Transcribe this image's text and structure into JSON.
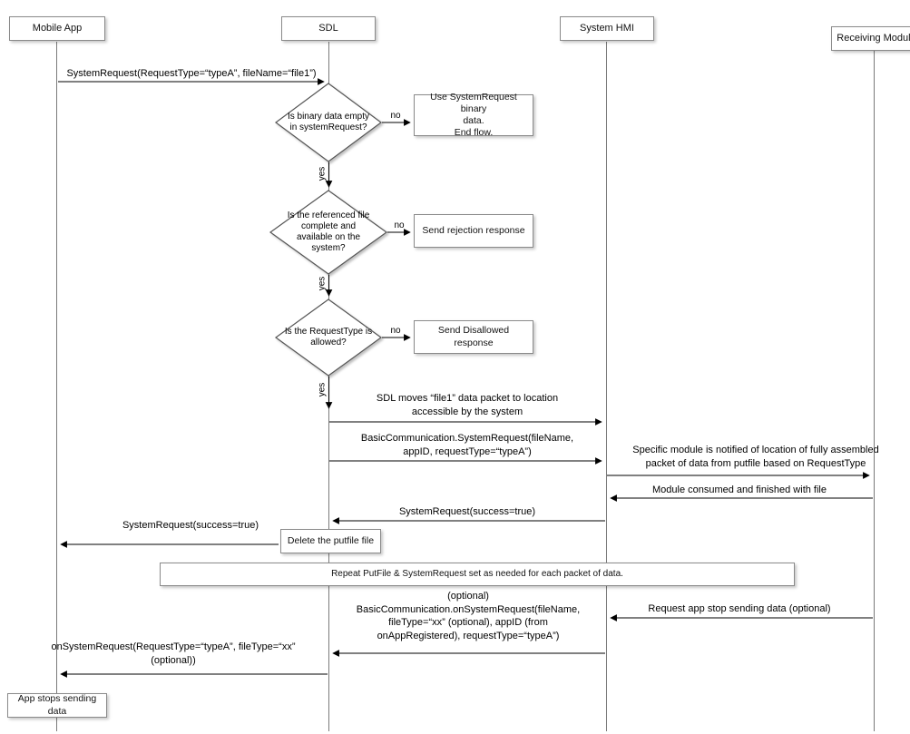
{
  "lifelines": [
    {
      "label": "Mobile App"
    },
    {
      "label": "SDL"
    },
    {
      "label": "System HMI"
    },
    {
      "label": "Receiving Module"
    }
  ],
  "decisions": [
    {
      "label": "Is binary data empty\nin systemRequest?",
      "no_label": "no",
      "yes_label": "yes"
    },
    {
      "label": "Is the referenced file\ncomplete and\navailable on the\nsystem?",
      "no_label": "no",
      "yes_label": "yes"
    },
    {
      "label": "Is the RequestType is\nallowed?",
      "no_label": "no",
      "yes_label": "yes"
    }
  ],
  "boxes": [
    {
      "label": "Use SystemRequest binary\ndata.\nEnd flow."
    },
    {
      "label": "Send rejection response"
    },
    {
      "label": "Send Disallowed response"
    },
    {
      "label": "Delete the putfile file"
    },
    {
      "label": "Repeat PutFile & SystemRequest set as needed for each packet of data."
    },
    {
      "label": "App stops sending data"
    }
  ],
  "messages": [
    {
      "label": "SystemRequest(RequestType=“typeA”, fileName=“file1”)"
    },
    {
      "label": "SDL moves “file1” data packet to location\naccessible by the system"
    },
    {
      "label": "BasicCommunication.SystemRequest(fileName,\nappID, requestType=“typeA”)"
    },
    {
      "label": "Specific module is notified of location of fully assembled\npacket of data from putfile based on RequestType"
    },
    {
      "label": "Module consumed and finished with file"
    },
    {
      "label": "SystemRequest(success=true)"
    },
    {
      "label": "SystemRequest(success=true)"
    },
    {
      "label": "Request app stop sending data (optional)"
    },
    {
      "label": "(optional)\nBasicCommunication.onSystemRequest(fileName,\nfileType=“xx” (optional), appID (from\nonAppRegistered), requestType=“typeA”)"
    },
    {
      "label": "onSystemRequest(RequestType=“typeA”, fileType=“xx”\n(optional))"
    }
  ]
}
